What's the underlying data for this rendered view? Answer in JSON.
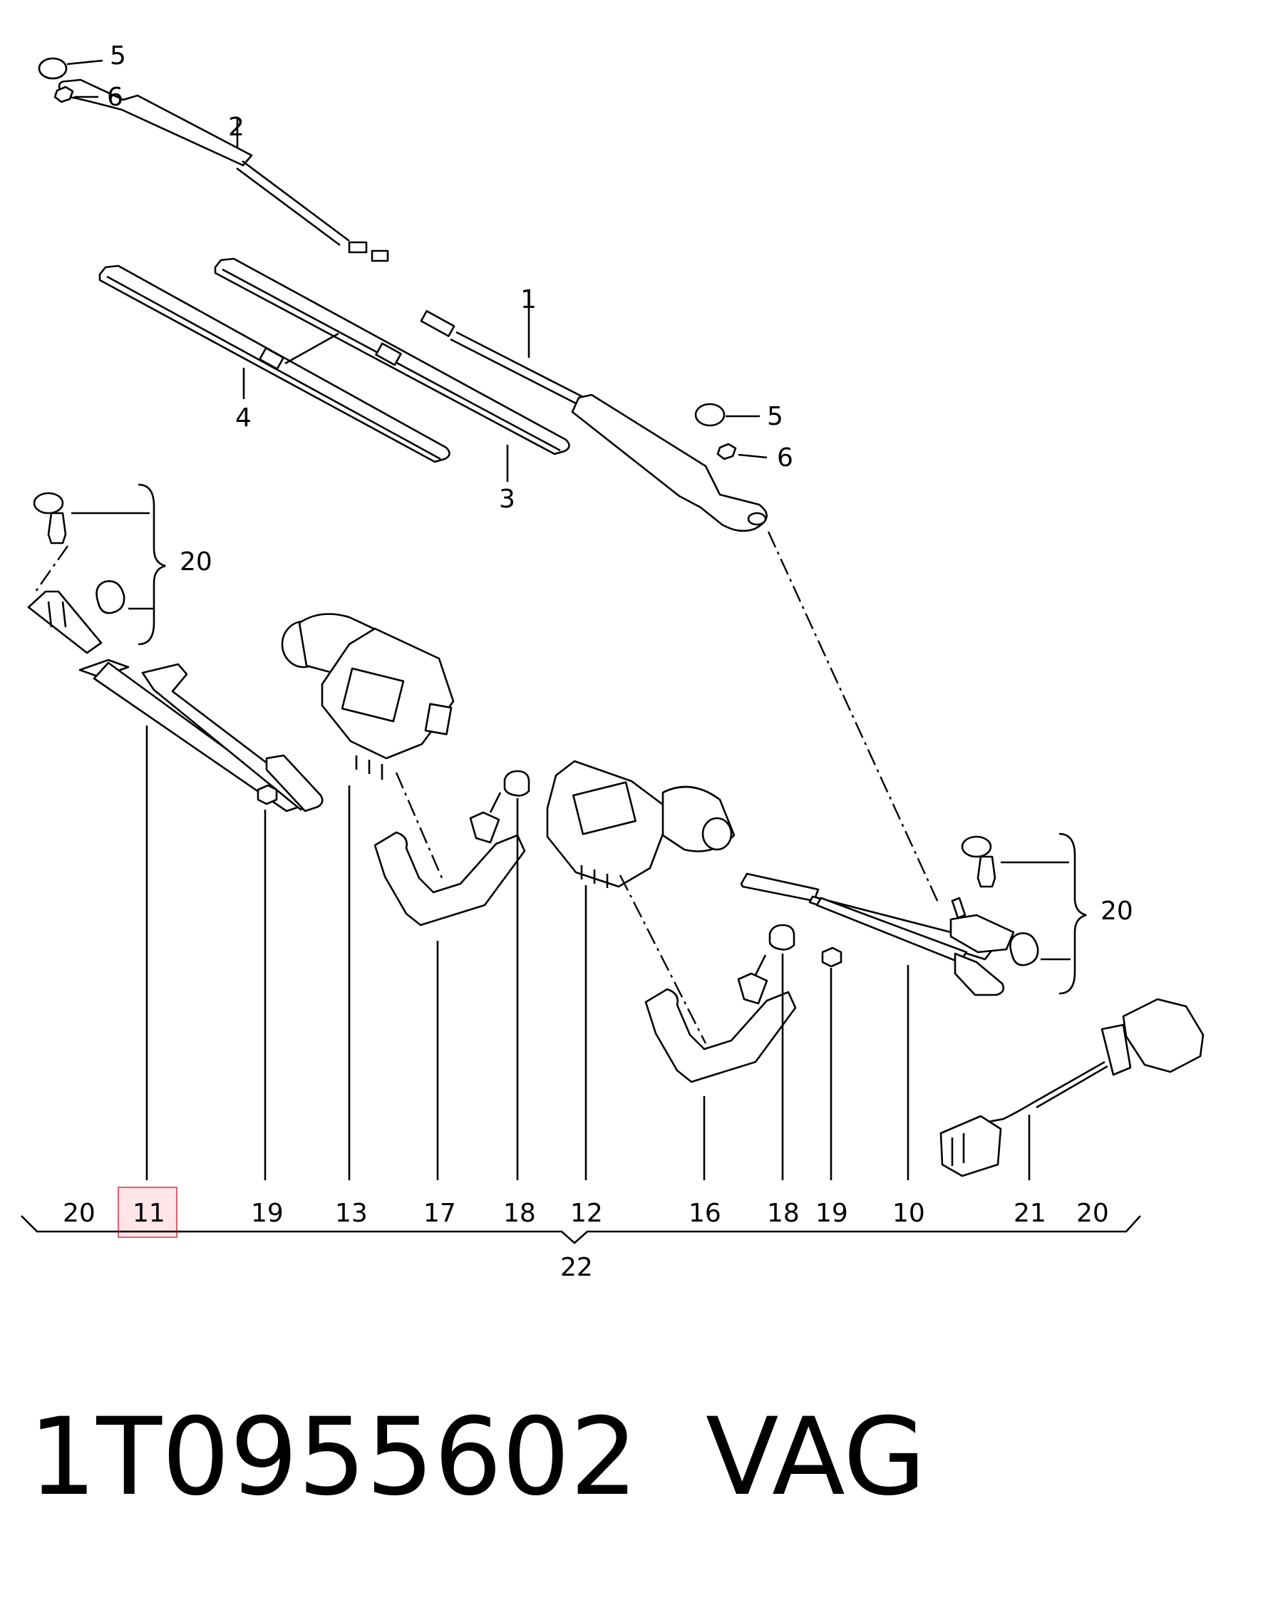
{
  "part_number": "1T0955602",
  "brand": "VAG",
  "highlighted_callout": "11",
  "colors": {
    "line": "#000000",
    "highlight_fill": "#ffe4e8",
    "highlight_stroke": "#e0606e"
  },
  "callouts": {
    "c1": "1",
    "c2": "2",
    "c3": "3",
    "c4": "4",
    "c5a": "5",
    "c6a": "6",
    "c5b": "5",
    "c6b": "6",
    "c20_left": "20",
    "c20_right": "20"
  },
  "bottom_row": {
    "labels": [
      "20",
      "11",
      "19",
      "13",
      "17",
      "18",
      "12",
      "16",
      "18",
      "19",
      "10",
      "21",
      "20"
    ],
    "group": "22"
  }
}
